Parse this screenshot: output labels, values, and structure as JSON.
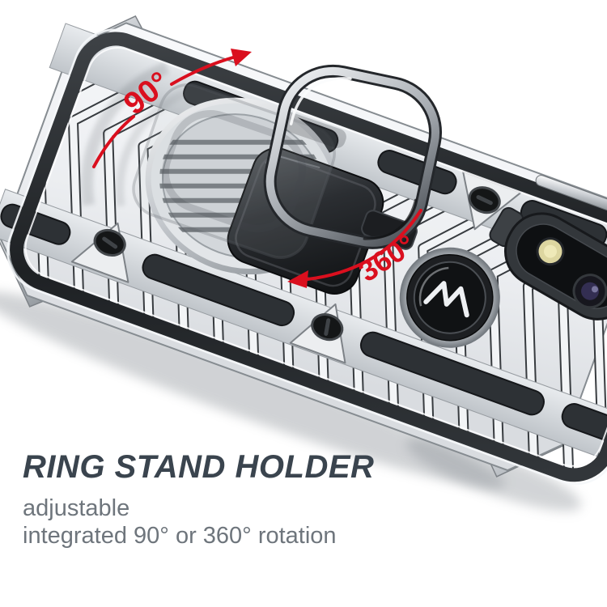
{
  "image_type": "product-marketing-photo",
  "product": {
    "description": "Silver armor phone case with chevron pattern, camera cutout and pop-up ring stand holder shown at an angle",
    "logo_icon": "motorola-m-logo",
    "features": [
      "ring-stand-holder",
      "camera-module",
      "chevron-armor-pattern",
      "corner-bumpers",
      "screw-accents"
    ]
  },
  "annotations": {
    "rotation_90": {
      "label": "90°"
    },
    "rotation_360": {
      "label": "360°"
    },
    "arrow_color": "#da0f1e"
  },
  "caption": {
    "title": "RING STAND HOLDER",
    "line1": "adjustable",
    "line2": "integrated 90° or 360° rotation",
    "title_color": "#3a444e",
    "body_color": "#6e757c"
  },
  "colors": {
    "background": "#ffffff",
    "case_silver": "#eef0f2",
    "accent_dark": "#2c3034",
    "chrome": "#f5f7f9",
    "red": "#da0f1e"
  }
}
